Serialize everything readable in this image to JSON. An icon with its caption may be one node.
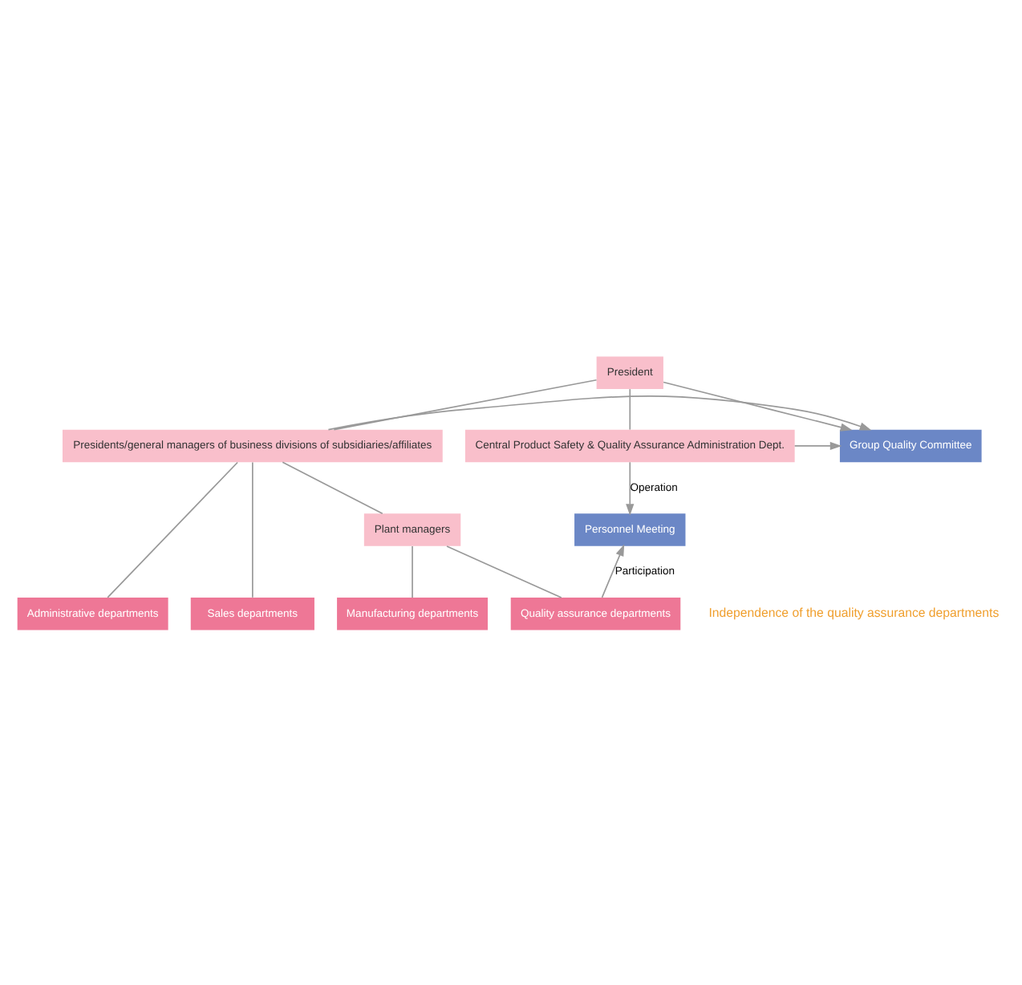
{
  "diagram": {
    "nodes": [
      {
        "text": [
          "President"
        ]
      },
      {
        "text": [
          "Presidents/general managers of business divisions of subsidiaries/affiliates"
        ]
      },
      {
        "text": [
          "Group Quality Committee"
        ]
      },
      {
        "text": [
          "Central Product Safety & Quality Assurance Administration Dept."
        ]
      },
      {
        "text": [
          "Plant managers"
        ]
      },
      {
        "text": [
          "Personnel Meeting"
        ]
      },
      {
        "text": [
          "Administrative departments"
        ]
      },
      {
        "text": [
          "Sales departments"
        ]
      },
      {
        "text": [
          "Manufacturing departments"
        ]
      },
      {
        "text": [
          "Quality assurance departments"
        ]
      }
    ],
    "edges": [
      {
        "from": 0,
        "to": 1,
        "arrow": "none"
      },
      {
        "from": 0,
        "to": 2,
        "arrow": "to"
      },
      {
        "from": 0,
        "to": 3,
        "arrow": "none"
      },
      {
        "from": 1,
        "to": 2,
        "arrow": "to"
      },
      {
        "from": 3,
        "to": 2,
        "arrow": "to"
      },
      {
        "from": 3,
        "to": 5,
        "arrow": "to",
        "label": "Operation"
      },
      {
        "from": 1,
        "to": 6,
        "arrow": "none"
      },
      {
        "from": 1,
        "to": 7,
        "arrow": "none"
      },
      {
        "from": 1,
        "to": 4,
        "arrow": "none"
      },
      {
        "from": 4,
        "to": 8,
        "arrow": "none"
      },
      {
        "from": 4,
        "to": 9,
        "arrow": "none"
      },
      {
        "from": 9,
        "to": 5,
        "arrow": "to",
        "label": "Participation"
      }
    ],
    "labels": [
      "Independence of the quality assurance departments"
    ]
  }
}
